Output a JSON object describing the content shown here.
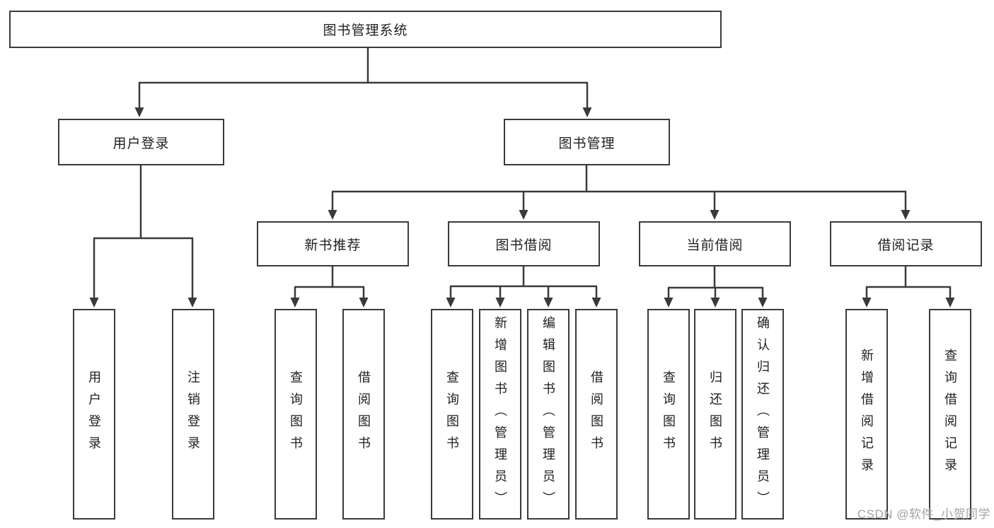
{
  "diagram": {
    "root": {
      "label": "图书管理系统"
    },
    "level2": [
      {
        "label": "用户登录"
      },
      {
        "label": "图书管理"
      }
    ],
    "level3": [
      {
        "label": "新书推荐"
      },
      {
        "label": "图书借阅"
      },
      {
        "label": "当前借阅"
      },
      {
        "label": "借阅记录"
      }
    ],
    "leaves": {
      "user_login": [
        {
          "label": "用户登录"
        },
        {
          "label": "注销登录"
        }
      ],
      "new_book": [
        {
          "label": "查询图书"
        },
        {
          "label": "借阅图书"
        }
      ],
      "book_borrow": [
        {
          "label": "查询图书"
        },
        {
          "label": "新增图书（管理员）"
        },
        {
          "label": "编辑图书（管理员）"
        },
        {
          "label": "借阅图书"
        }
      ],
      "current_borrow": [
        {
          "label": "查询图书"
        },
        {
          "label": "归还图书"
        },
        {
          "label": "确认归还（管理员）"
        }
      ],
      "borrow_records": [
        {
          "label": "新增借阅记录"
        },
        {
          "label": "查询借阅记录"
        }
      ]
    },
    "watermark": "CSDN @软件_小贺同学",
    "colors": {
      "line": "#3a3a3a",
      "text": "#1f1f1f",
      "watermark": "#a3a3a3",
      "background": "#ffffff"
    }
  }
}
